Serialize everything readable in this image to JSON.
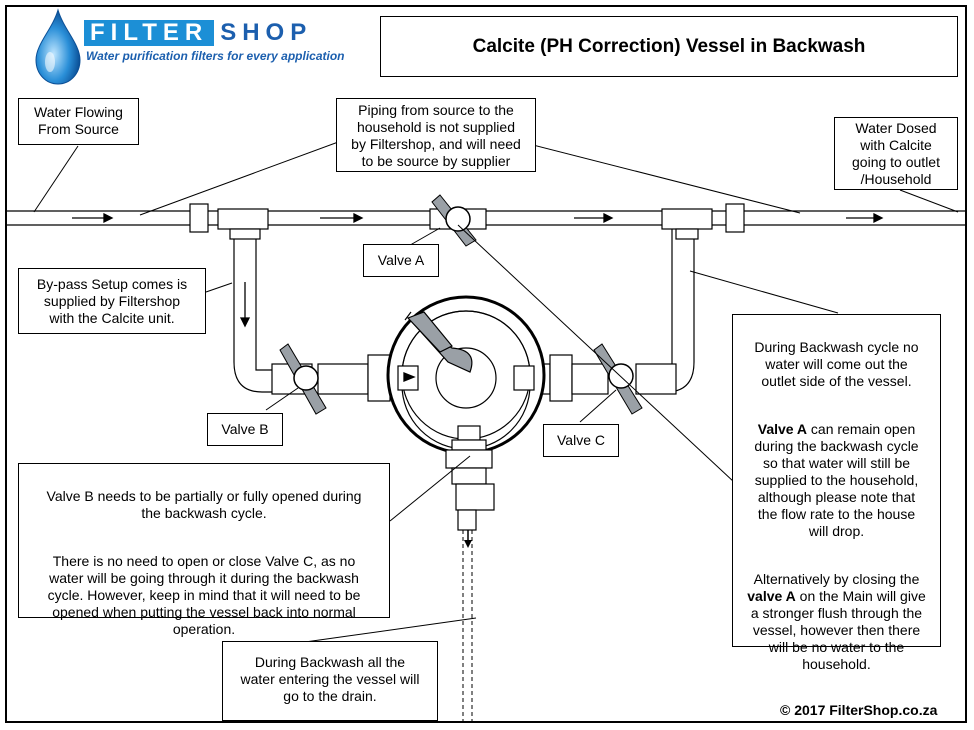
{
  "logo": {
    "word_filter": "FILTER",
    "word_shop": "SHOP",
    "tagline": "Water purification filters for every application",
    "colors": {
      "primary": "#1c8fd6",
      "dark": "#1c5fae"
    },
    "icon": "water-drop-icon"
  },
  "title": "Calcite (PH Correction) Vessel in Backwash",
  "labels": {
    "water_flowing": "Water Flowing\nFrom Source",
    "piping": "Piping from source to the\nhousehold is not supplied\nby Filtershop, and will need\nto be source by supplier",
    "water_dosed": "Water Dosed\nwith Calcite\ngoing to outlet\n/Household",
    "bypass": "By-pass Setup comes is\nsupplied by Filtershop\nwith the Calcite unit.",
    "valve_a": "Valve A",
    "valve_b": "Valve B",
    "valve_c": "Valve C",
    "valve_b_note_1": "Valve B needs to be partially or fully opened during\nthe backwash cycle.",
    "valve_b_note_2": "There is no need to open or close Valve C, as no\nwater will be going through it during the backwash\ncycle. However, keep in mind that it will need to be\nopened when putting the vessel back into normal\noperation.",
    "drain_note": "During Backwash all the\nwater entering the vessel will\ngo to the drain.",
    "right_note_1": "During Backwash cycle no\nwater will come out the\noutlet side of the vessel.",
    "right_note_2_bold": "Valve A",
    "right_note_2_rest": "  can remain open\nduring the backwash cycle\nso that water will still be\nsupplied to the household,\nalthough please note that\nthe flow rate to the house\nwill drop.",
    "right_note_3_pre": "Alternatively  by closing the\n",
    "right_note_3_bold": "valve A",
    "right_note_3_rest": " on the Main will give\na stronger flush through the\nvessel, however then there\nwill be no water to the\nhousehold."
  },
  "copyright": "© 2017 FilterShop.co.za"
}
